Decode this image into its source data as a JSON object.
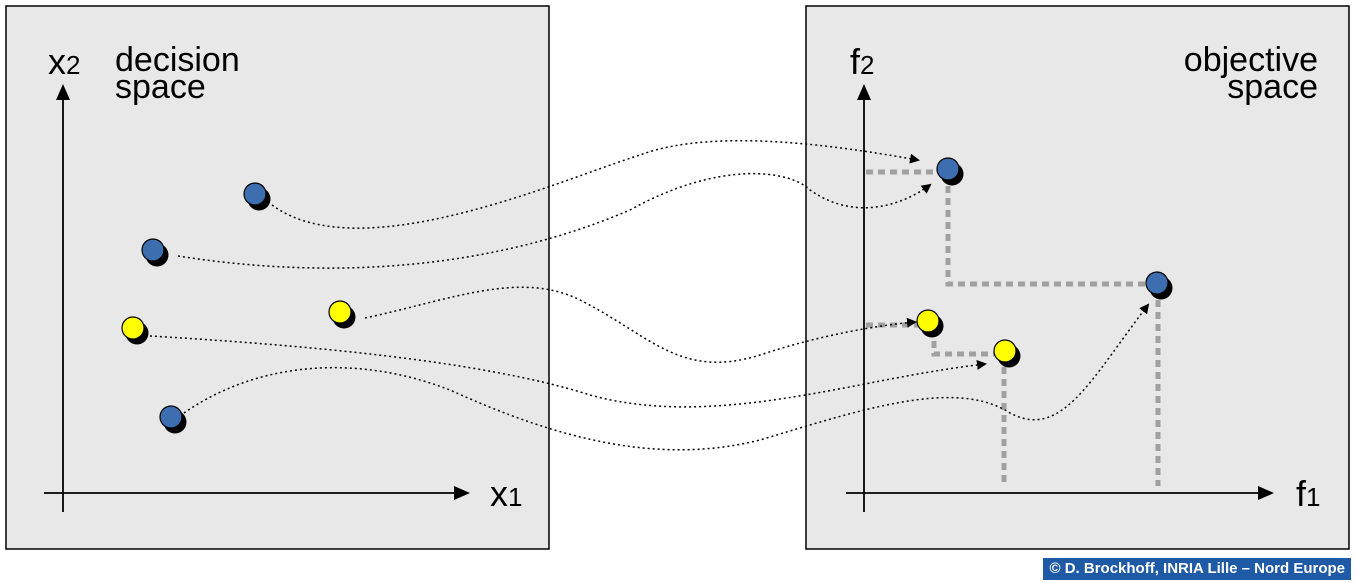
{
  "decision_panel": {
    "axis_x": "x",
    "axis_x_sub": "1",
    "axis_y": "x",
    "axis_y_sub": "2",
    "title_line1": "decision",
    "title_line2": "space"
  },
  "objective_panel": {
    "axis_x": "f",
    "axis_x_sub": "1",
    "axis_y": "f",
    "axis_y_sub": "2",
    "title_line1": "objective",
    "title_line2": "space"
  },
  "colors": {
    "panel_fill": "#e8e8e8",
    "point_blue": "#3d6fb0",
    "point_yellow": "#ffff00",
    "dominance_lines": "#a0a0a0",
    "credit_bg": "#1f5aa6"
  },
  "point_types": [
    "blue",
    "blue",
    "blue",
    "yellow",
    "yellow"
  ],
  "credit": "© D. Brockhoff, INRIA Lille – Nord Europe"
}
